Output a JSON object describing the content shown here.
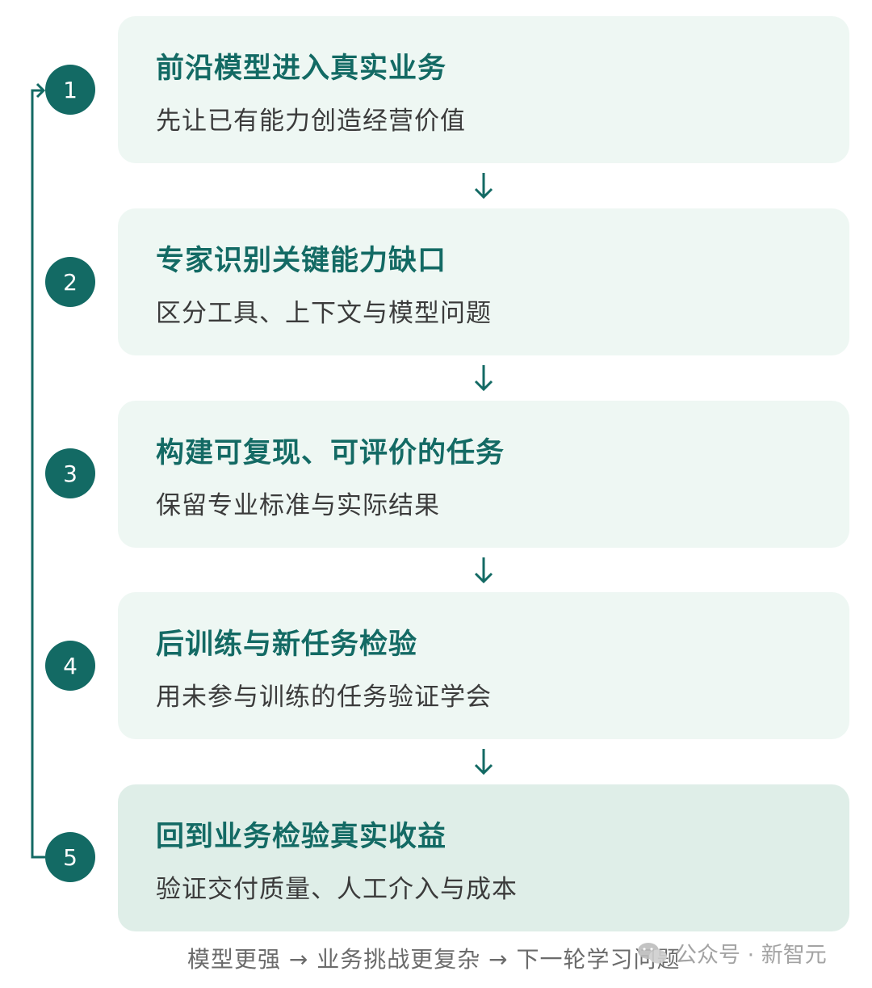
{
  "steps": [
    {
      "number": "1",
      "title": "前沿模型进入真实业务",
      "subtitle": "先让已有能力创造经营价值"
    },
    {
      "number": "2",
      "title": "专家识别关键能力缺口",
      "subtitle": "区分工具、上下文与模型问题"
    },
    {
      "number": "3",
      "title": "构建可复现、可评价的任务",
      "subtitle": "保留专业标准与实际结果"
    },
    {
      "number": "4",
      "title": "后训练与新任务检验",
      "subtitle": "用未参与训练的任务验证学会"
    },
    {
      "number": "5",
      "title": "回到业务检验真实收益",
      "subtitle": "验证交付质量、人工介入与成本"
    }
  ],
  "footer": "模型更强 → 业务挑战更复杂 → 下一轮学习问题",
  "watermark": "公众号 · 新智元",
  "colors": {
    "accent": "#136a64",
    "card": "#eef7f3",
    "card_last": "#dfeee8"
  }
}
